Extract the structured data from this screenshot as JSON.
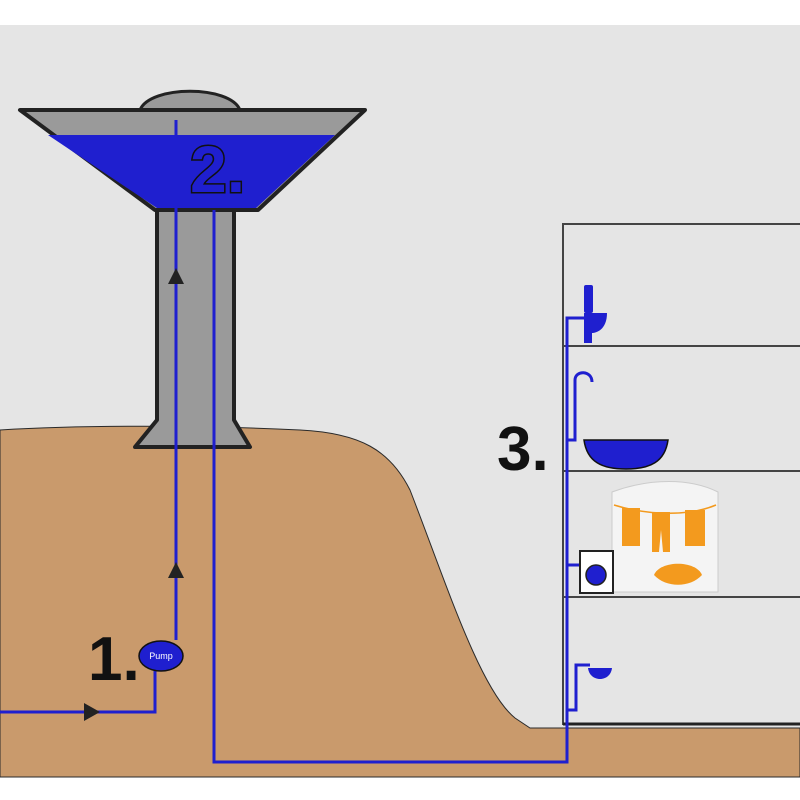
{
  "diagram": {
    "steps": {
      "pump_step": "1.",
      "tower_step": "2.",
      "house_step": "3."
    },
    "pump_label": "Pump"
  },
  "colors": {
    "sky": "#e5e5e5",
    "ground": "#c99a6c",
    "water": "#1f1fcf",
    "tower": "#9a9a9a",
    "outline": "#222222",
    "laundry": "#f39a1e"
  }
}
